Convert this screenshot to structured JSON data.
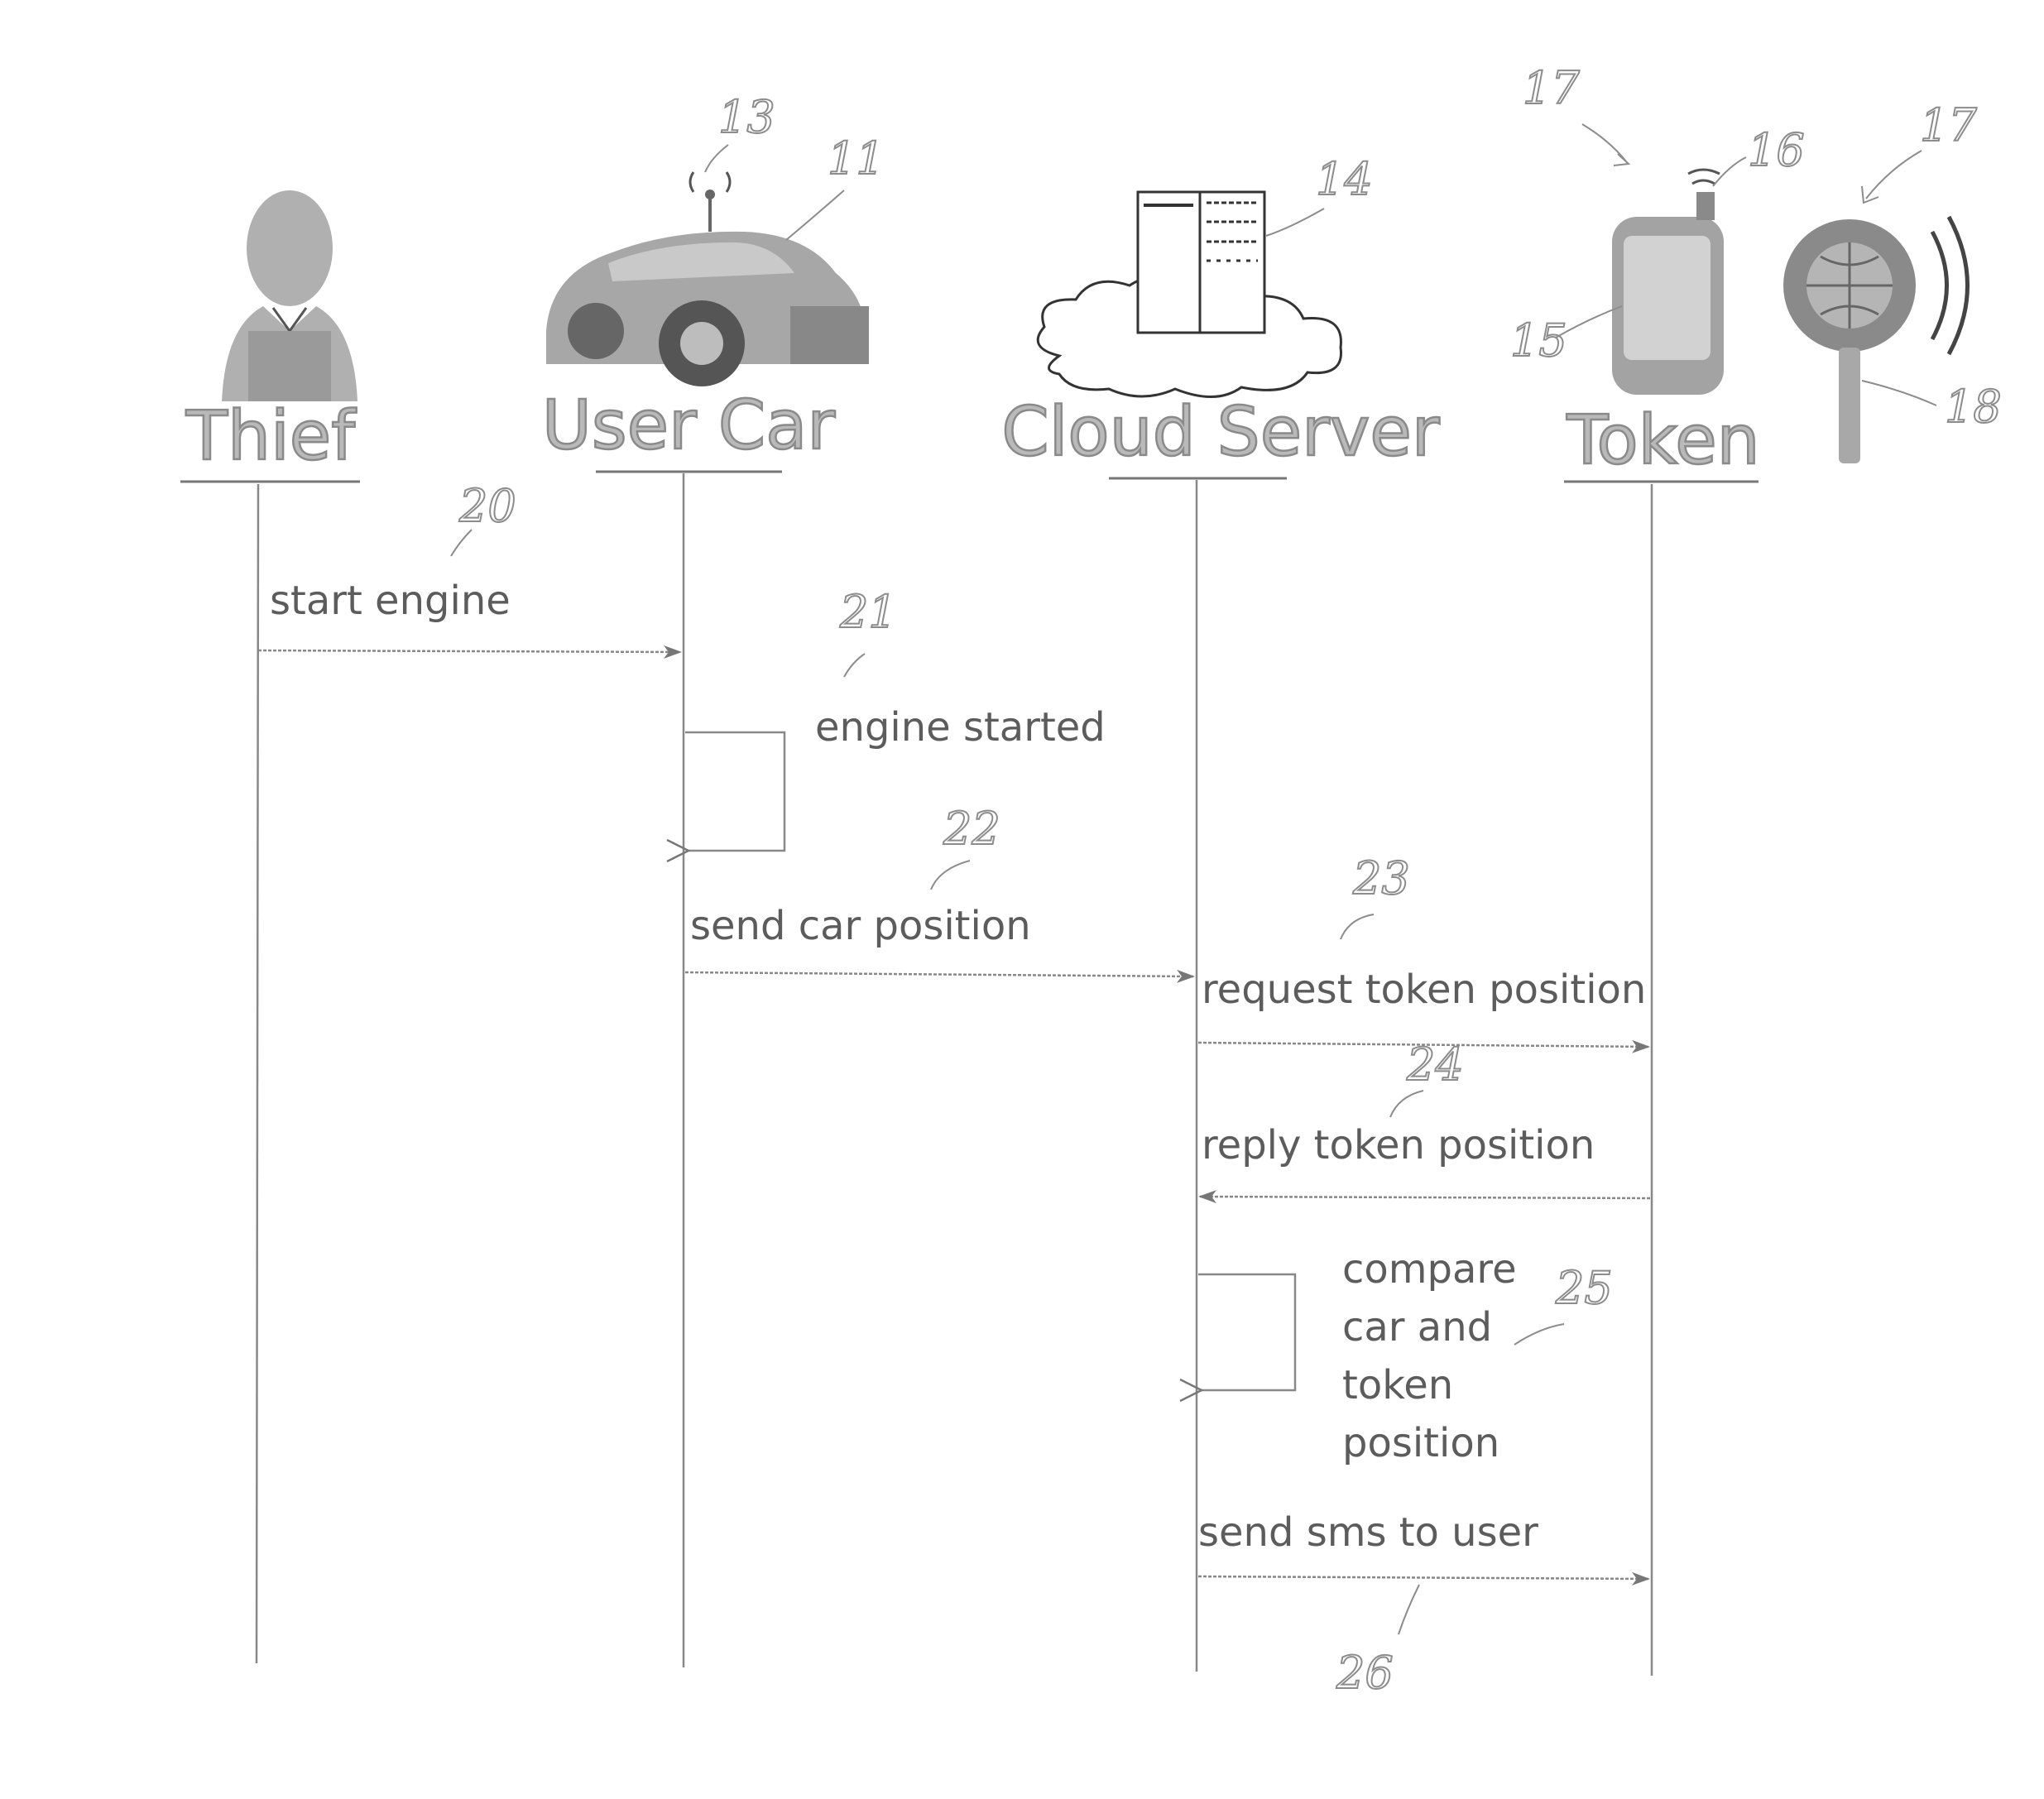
{
  "actors": [
    {
      "id": "thief",
      "label": "Thief",
      "icon": "person-icon"
    },
    {
      "id": "car",
      "label": "User Car",
      "icon": "car-icon"
    },
    {
      "id": "server",
      "label": "Cloud Server",
      "icon": "server-cloud-icon"
    },
    {
      "id": "token",
      "label": "Token",
      "icon": "phone-icon"
    }
  ],
  "extra_icons": [
    {
      "id": "keyfob",
      "icon": "key-fob-icon"
    }
  ],
  "messages": [
    {
      "id": "m20",
      "from": "thief",
      "to": "car",
      "label": "start engine",
      "ref": "20"
    },
    {
      "id": "m21",
      "from": "car",
      "to": "car",
      "label": "engine started",
      "ref": "21",
      "self": true
    },
    {
      "id": "m22",
      "from": "car",
      "to": "server",
      "label": "send car position",
      "ref": "22"
    },
    {
      "id": "m23",
      "from": "server",
      "to": "token",
      "label": "request token position",
      "ref": "23"
    },
    {
      "id": "m24",
      "from": "token",
      "to": "server",
      "label": "reply token position",
      "ref": "24"
    },
    {
      "id": "m25",
      "from": "server",
      "to": "server",
      "label_lines": [
        "compare",
        "car and",
        "token",
        "position"
      ],
      "ref": "25",
      "self": true
    },
    {
      "id": "m26",
      "from": "server",
      "to": "token",
      "label": "send sms to user",
      "ref": "26"
    }
  ],
  "reference_numerals": {
    "car": "11",
    "antenna": "13",
    "server": "14",
    "phone": "15",
    "phone_antenna": "16",
    "token_group": "17",
    "token_group_2": "17",
    "key": "18"
  }
}
